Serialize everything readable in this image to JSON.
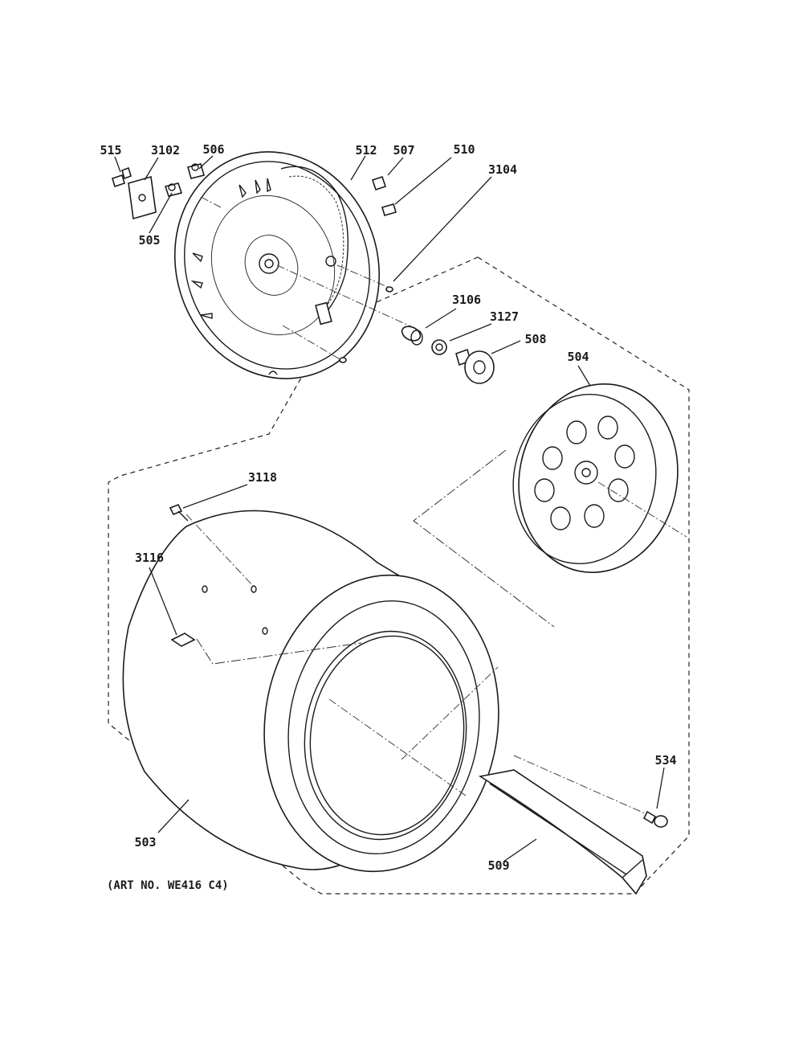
{
  "diagram": {
    "part_labels": {
      "p515": "515",
      "p3102": "3102",
      "p506": "506",
      "p512": "512",
      "p507": "507",
      "p510": "510",
      "p3104": "3104",
      "p505": "505",
      "p3106": "3106",
      "p3127": "3127",
      "p508": "508",
      "p504": "504",
      "p3118": "3118",
      "p3116": "3116",
      "p534": "534",
      "p503": "503",
      "p509": "509"
    },
    "art_number": "(ART NO. WE416 C4)"
  }
}
